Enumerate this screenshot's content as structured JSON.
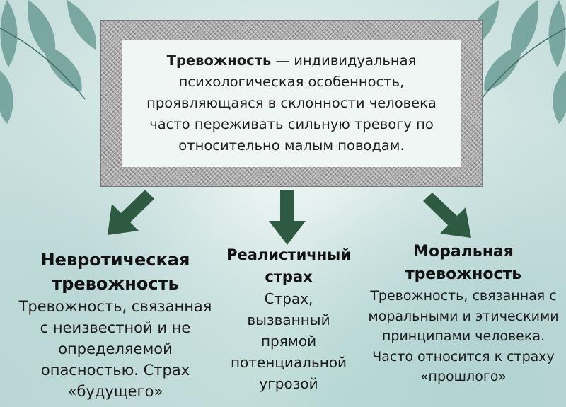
{
  "definition": {
    "term": "Тревожность",
    "text": " — индивидуальная психологическая особенность, проявляющаяся в склонности человека часто переживать сильную тревогу по относительно малым поводам."
  },
  "types": [
    {
      "title": "Невротическая тревожность",
      "description": "Тревожность, связанная с неизвестной и не определяемой опасностью. Страх «будущего»"
    },
    {
      "title": "Реалистичный страх",
      "description": "Страх, вызванный прямой потенциальной угрозой"
    },
    {
      "title": "Моральная тревожность",
      "description": "Тревожность, связанная с моральными и этическими принципами человека. Часто относится к страху «прошлого»"
    }
  ],
  "colors": {
    "arrow": "#2d5a40",
    "leaf": "#6e9e98"
  }
}
